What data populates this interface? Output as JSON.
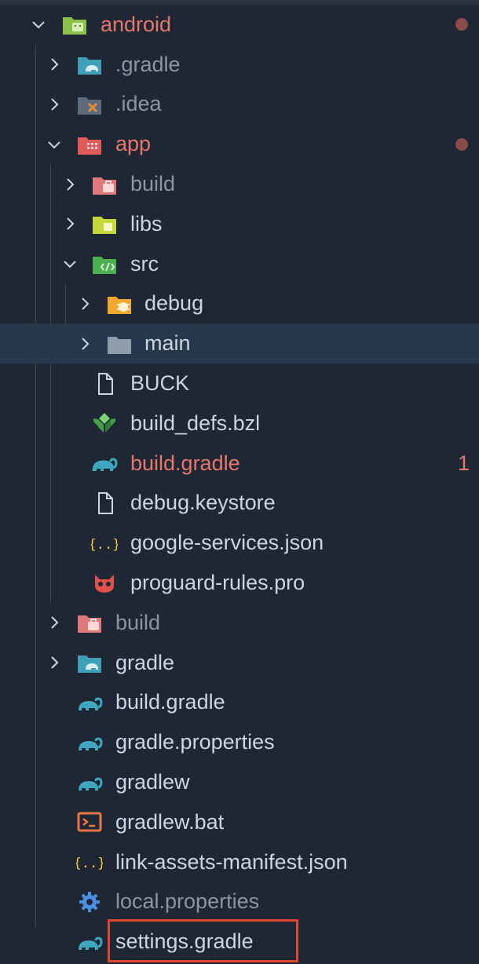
{
  "explorer": {
    "colors": {
      "background": "#1e2733",
      "selected": "#27384d",
      "modified": "#e8776b",
      "highlight_border": "#e0462f"
    },
    "items": [
      {
        "label": "android",
        "icon": "android-folder-icon",
        "expanded": true,
        "modified": true
      },
      {
        "label": ".gradle",
        "icon": "gradle-folder-icon",
        "expanded": false
      },
      {
        "label": ".idea",
        "icon": "idea-folder-icon",
        "expanded": false
      },
      {
        "label": "app",
        "icon": "app-folder-icon",
        "expanded": true,
        "modified": true
      },
      {
        "label": "build",
        "icon": "build-folder-icon",
        "expanded": false
      },
      {
        "label": "libs",
        "icon": "libs-folder-icon",
        "expanded": false
      },
      {
        "label": "src",
        "icon": "src-folder-icon",
        "expanded": true
      },
      {
        "label": "debug",
        "icon": "debug-folder-icon",
        "expanded": false
      },
      {
        "label": "main",
        "icon": "folder-icon",
        "expanded": false,
        "selected": true
      },
      {
        "label": "BUCK",
        "icon": "file-icon"
      },
      {
        "label": "build_defs.bzl",
        "icon": "bazel-icon"
      },
      {
        "label": "build.gradle",
        "icon": "gradle-icon",
        "badge": "1"
      },
      {
        "label": "debug.keystore",
        "icon": "file-icon"
      },
      {
        "label": "google-services.json",
        "icon": "json-icon"
      },
      {
        "label": "proguard-rules.pro",
        "icon": "proguard-icon"
      },
      {
        "label": "build",
        "icon": "build-folder-icon",
        "expanded": false
      },
      {
        "label": "gradle",
        "icon": "gradle-folder-icon",
        "expanded": false
      },
      {
        "label": "build.gradle",
        "icon": "gradle-icon"
      },
      {
        "label": "gradle.properties",
        "icon": "gradle-icon"
      },
      {
        "label": "gradlew",
        "icon": "gradle-icon"
      },
      {
        "label": "gradlew.bat",
        "icon": "terminal-icon"
      },
      {
        "label": "link-assets-manifest.json",
        "icon": "json-icon"
      },
      {
        "label": "local.properties",
        "icon": "gear-icon"
      },
      {
        "label": "settings.gradle",
        "icon": "gradle-icon",
        "highlighted": true
      }
    ]
  }
}
